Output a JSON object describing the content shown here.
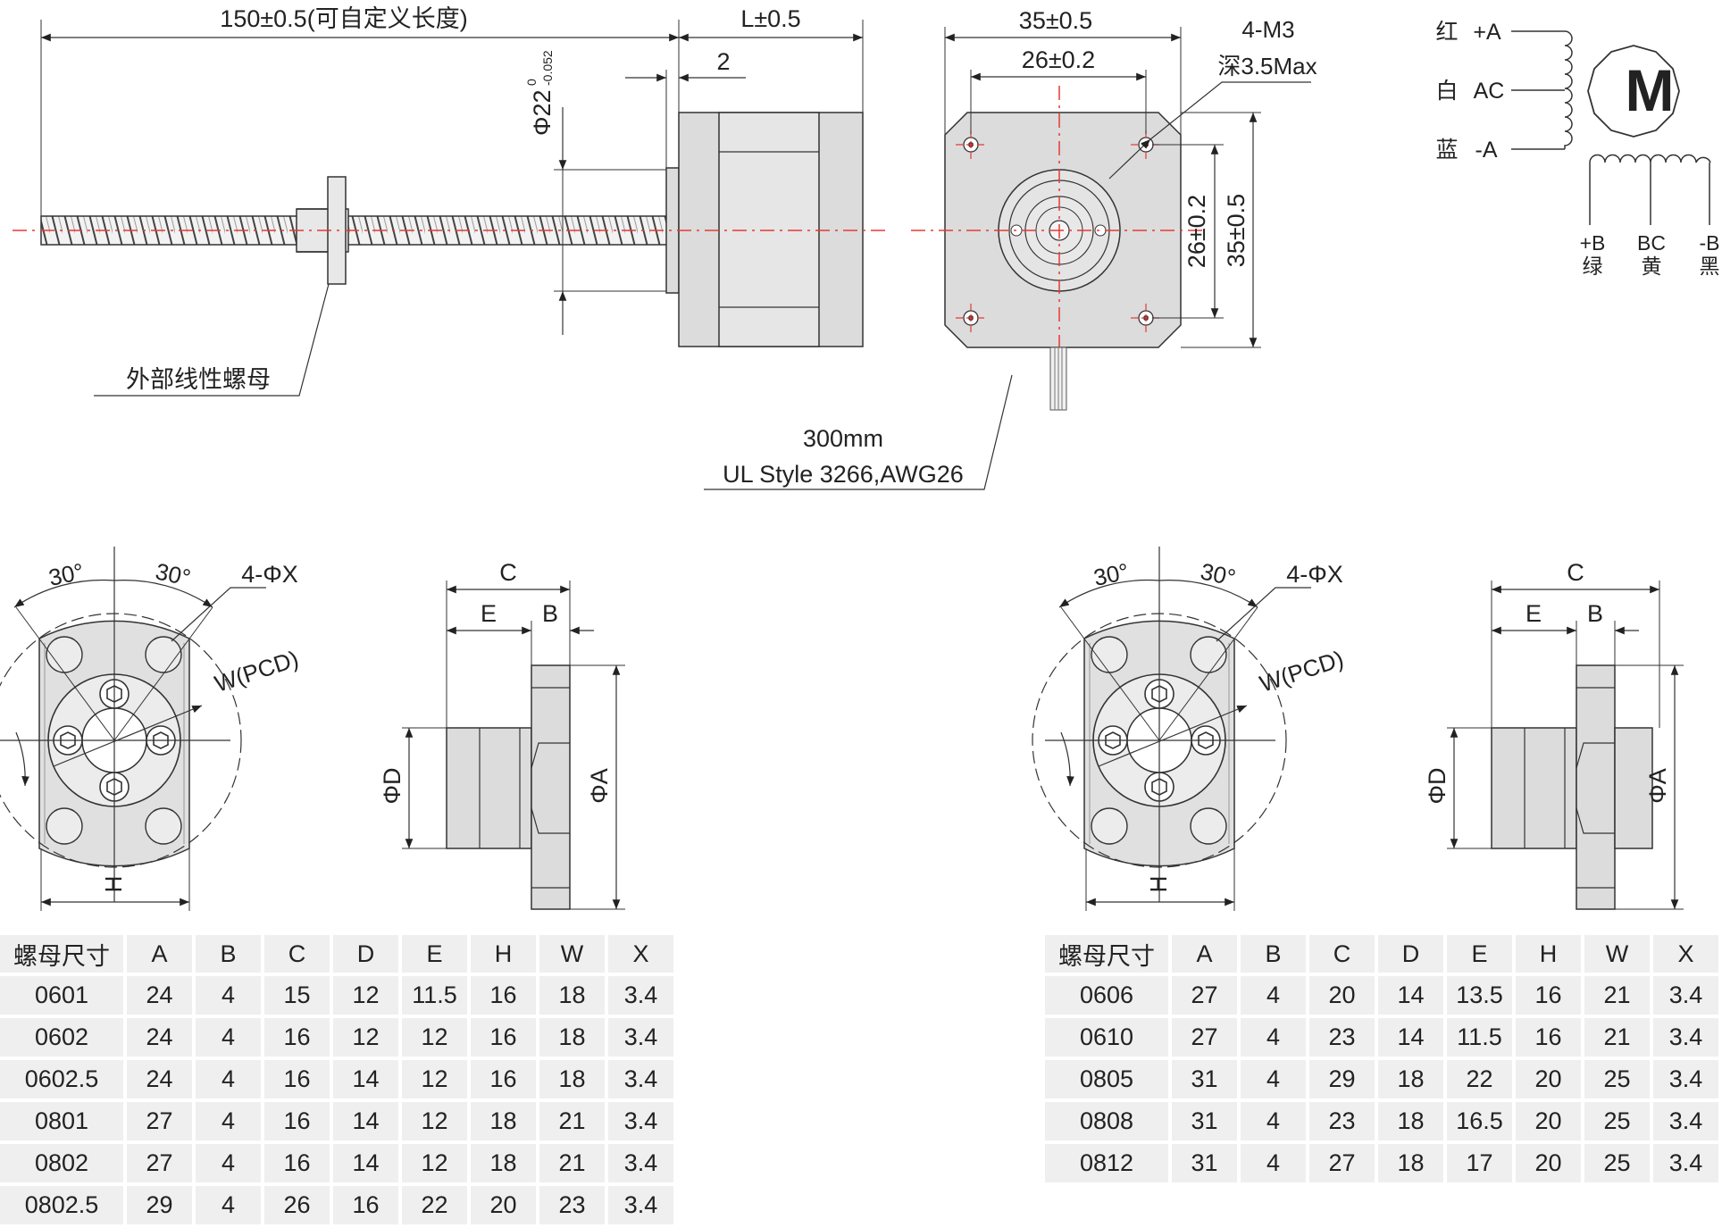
{
  "motor": {
    "screw_length_label": "150±0.5(可自定义长度)",
    "body_length_label": "L±0.5",
    "step_label": "2",
    "boss_dia_label": "Φ22",
    "boss_tol_upper": "0",
    "boss_tol_lower": "-0.052",
    "nut_label": "外部线性螺母",
    "cable_length": "300mm",
    "cable_spec": "UL Style 3266,AWG26"
  },
  "front_view": {
    "width_outer": "35±0.5",
    "width_inner": "26±0.2",
    "height_inner": "26±0.2",
    "height_outer": "35±0.5",
    "thread_spec": "4-M3",
    "thread_depth": "深3.5Max"
  },
  "wiring": {
    "motor_symbol": "M",
    "left_wires": [
      {
        "color": "红",
        "signal": "+A"
      },
      {
        "color": "白",
        "signal": "AC"
      },
      {
        "color": "蓝",
        "signal": "-A"
      }
    ],
    "bottom_wires": [
      {
        "signal": "+B",
        "color": "绿"
      },
      {
        "signal": "BC",
        "color": "黄"
      },
      {
        "signal": "-B",
        "color": "黑"
      }
    ]
  },
  "nut_drawing": {
    "angle_left": "30°",
    "angle_right": "30°",
    "hole_spec": "4-ΦX",
    "pcd_label": "W(PCD)",
    "h_label": "H",
    "c_label": "C",
    "e_label": "E",
    "b_label": "B",
    "d_label": "ΦD",
    "a_label": "ΦA"
  },
  "table_left": {
    "headers": [
      "螺母尺寸",
      "A",
      "B",
      "C",
      "D",
      "E",
      "H",
      "W",
      "X"
    ],
    "rows": [
      [
        "0601",
        "24",
        "4",
        "15",
        "12",
        "11.5",
        "16",
        "18",
        "3.4"
      ],
      [
        "0602",
        "24",
        "4",
        "16",
        "12",
        "12",
        "16",
        "18",
        "3.4"
      ],
      [
        "0602.5",
        "24",
        "4",
        "16",
        "14",
        "12",
        "16",
        "18",
        "3.4"
      ],
      [
        "0801",
        "27",
        "4",
        "16",
        "14",
        "12",
        "18",
        "21",
        "3.4"
      ],
      [
        "0802",
        "27",
        "4",
        "16",
        "14",
        "12",
        "18",
        "21",
        "3.4"
      ],
      [
        "0802.5",
        "29",
        "4",
        "26",
        "16",
        "22",
        "20",
        "23",
        "3.4"
      ]
    ]
  },
  "table_right": {
    "headers": [
      "螺母尺寸",
      "A",
      "B",
      "C",
      "D",
      "E",
      "H",
      "W",
      "X"
    ],
    "rows": [
      [
        "0606",
        "27",
        "4",
        "20",
        "14",
        "13.5",
        "16",
        "21",
        "3.4"
      ],
      [
        "0610",
        "27",
        "4",
        "23",
        "14",
        "11.5",
        "16",
        "21",
        "3.4"
      ],
      [
        "0805",
        "31",
        "4",
        "29",
        "18",
        "22",
        "20",
        "25",
        "3.4"
      ],
      [
        "0808",
        "31",
        "4",
        "23",
        "18",
        "16.5",
        "20",
        "25",
        "3.4"
      ],
      [
        "0812",
        "31",
        "4",
        "27",
        "18",
        "17",
        "20",
        "25",
        "3.4"
      ]
    ]
  }
}
